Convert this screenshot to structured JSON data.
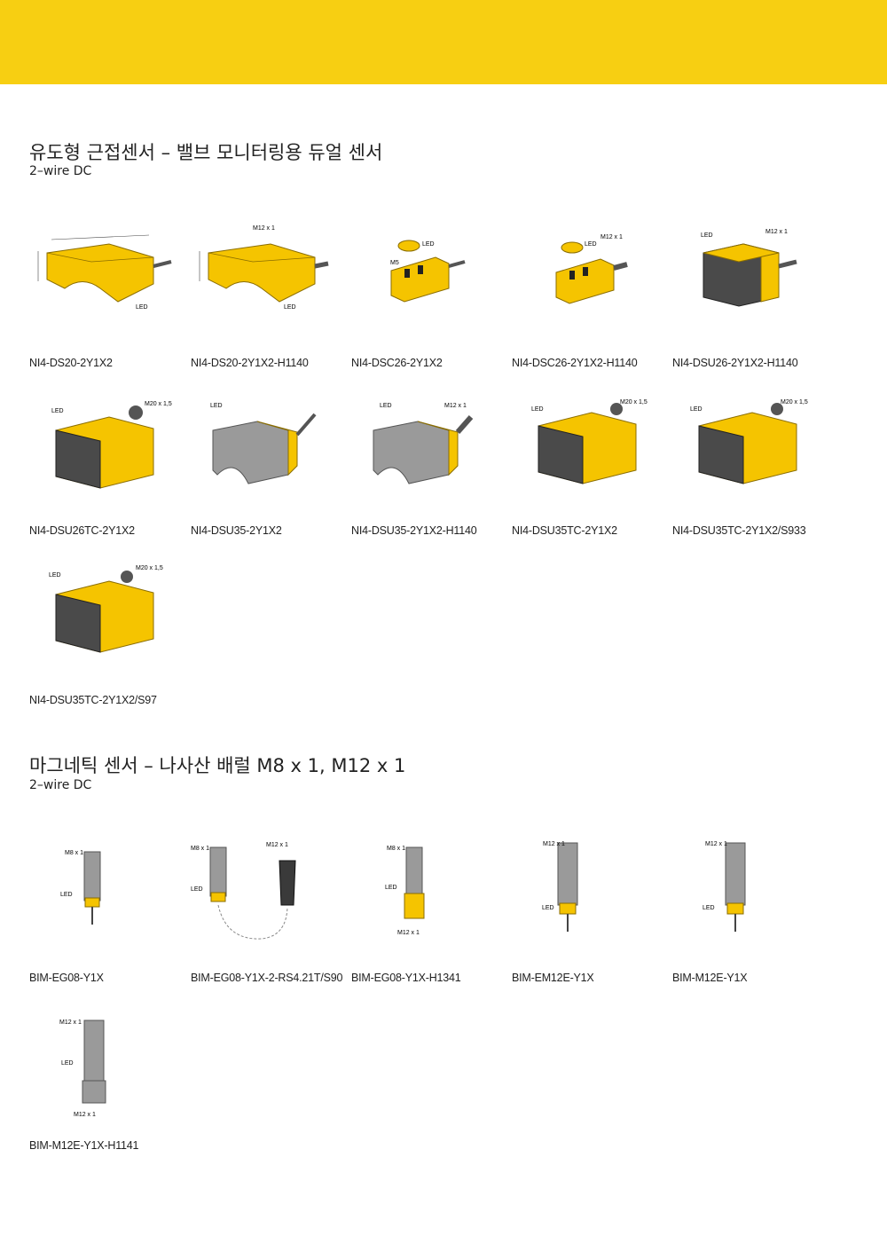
{
  "colors": {
    "banner": "#f7cf12",
    "sensor_yellow": "#f5c400",
    "sensor_dark": "#4a4a4a",
    "sensor_grey": "#9a9a9a",
    "line": "#444444"
  },
  "section1": {
    "title": "유도형 근접센서 – 밸브 모니터링용 듀얼 센서",
    "subtitle": "2–wire DC",
    "products": [
      {
        "label": "NI4-DS20-2Y1X2"
      },
      {
        "label": "NI4-DS20-2Y1X2-H1140"
      },
      {
        "label": "NI4-DSC26-2Y1X2"
      },
      {
        "label": "NI4-DSC26-2Y1X2-H1140"
      },
      {
        "label": "NI4-DSU26-2Y1X2-H1140"
      },
      {
        "label": "NI4-DSU26TC-2Y1X2"
      },
      {
        "label": "NI4-DSU35-2Y1X2"
      },
      {
        "label": "NI4-DSU35-2Y1X2-H1140"
      },
      {
        "label": "NI4-DSU35TC-2Y1X2"
      },
      {
        "label": "NI4-DSU35TC-2Y1X2/S933"
      },
      {
        "label": "NI4-DSU35TC-2Y1X2/S97"
      }
    ]
  },
  "section2": {
    "title": "마그네틱 센서 – 나사산 배럴 M8 x 1, M12 x 1",
    "subtitle": "2–wire DC",
    "products": [
      {
        "label": "BIM-EG08-Y1X"
      },
      {
        "label": "BIM-EG08-Y1X-2-RS4.21T/S90"
      },
      {
        "label": "BIM-EG08-Y1X-H1341"
      },
      {
        "label": "BIM-EM12E-Y1X"
      },
      {
        "label": "BIM-M12E-Y1X"
      },
      {
        "label": "BIM-M12E-Y1X-H1141"
      }
    ]
  },
  "drawing_labels": {
    "led": "LED",
    "m12": "M12 x 1",
    "m20": "M20 x 1,5",
    "m8": "M8 x 1",
    "m5": "M5"
  }
}
